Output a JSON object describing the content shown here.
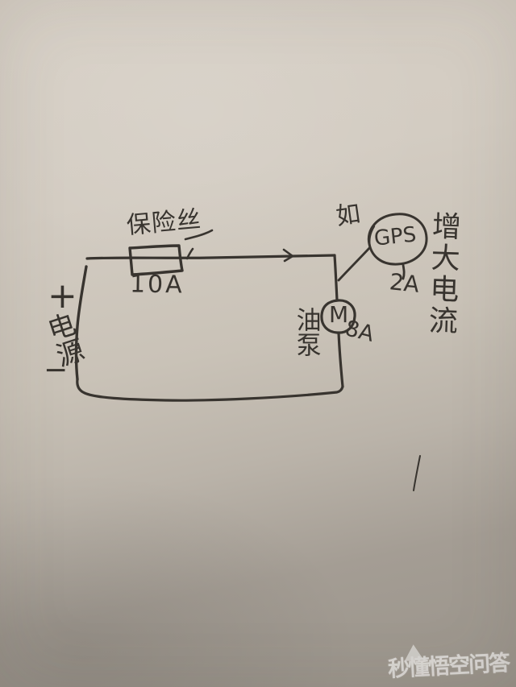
{
  "colors": {
    "ink": "#38342f",
    "paper_top": "#d7d0c6",
    "paper_mid": "#c9c2b7",
    "paper_bottom": "#99938a",
    "watermark": "#ffffff"
  },
  "circuit": {
    "power": {
      "plus": "+",
      "label": "电源",
      "minus": "−"
    },
    "fuse": {
      "label": "保险丝",
      "rating": "10A"
    },
    "gps": {
      "hint": "如",
      "label": "GPS",
      "rating": "2A"
    },
    "motor": {
      "symbol": "M",
      "rating": "8A",
      "pump_label": "油泵"
    },
    "annotation": "增大电流"
  },
  "watermark": {
    "text": "秒懂悟空问答"
  }
}
